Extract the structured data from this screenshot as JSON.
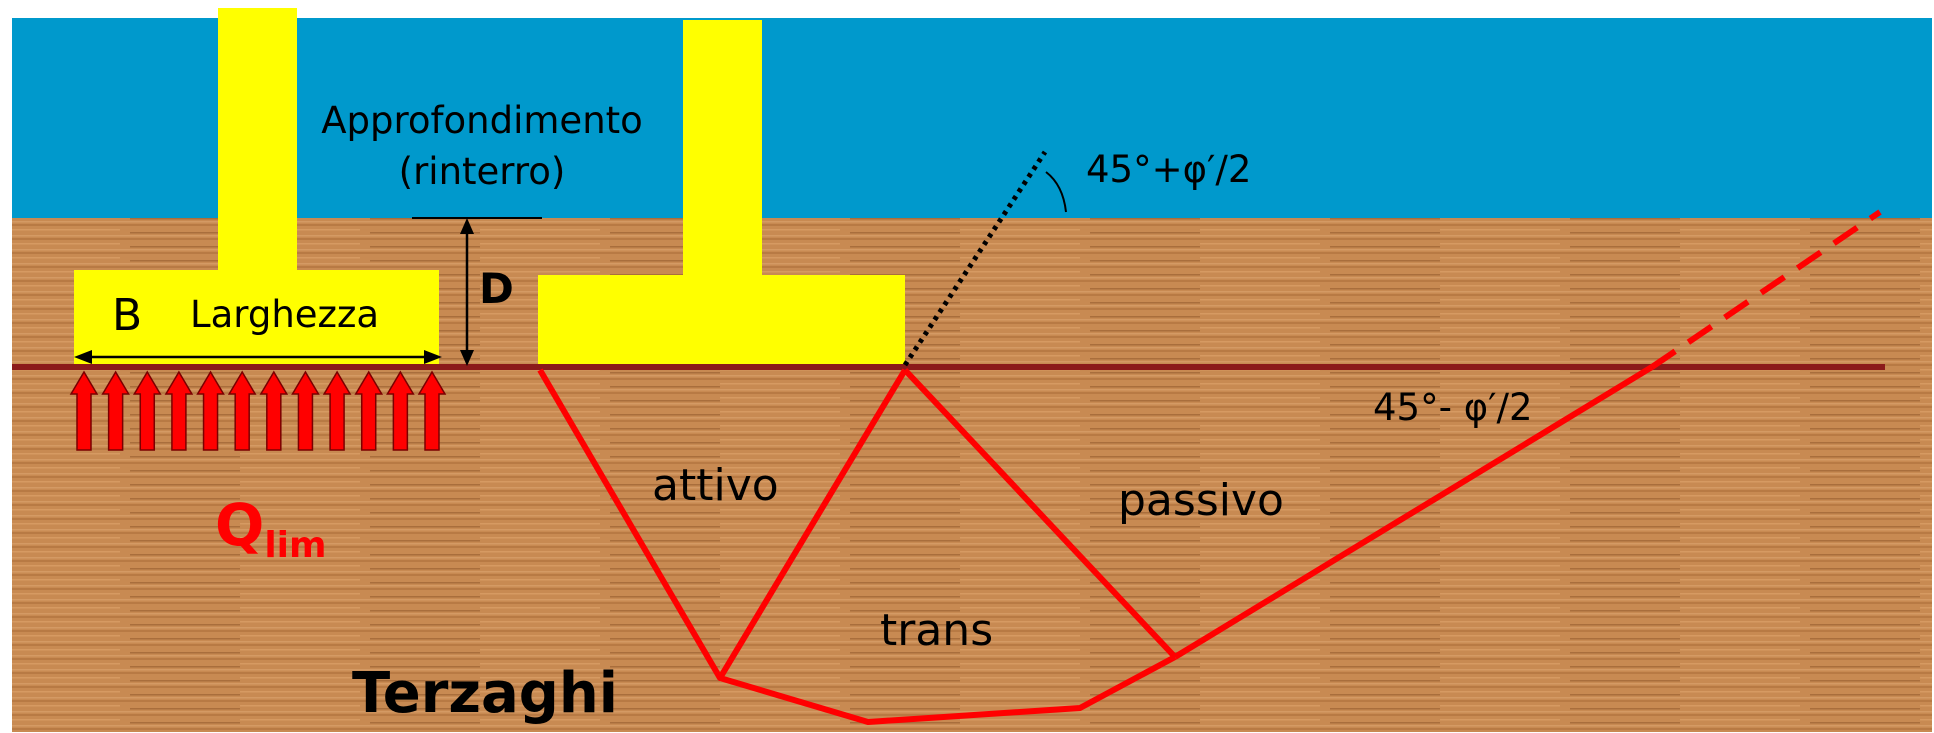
{
  "labels": {
    "depth_caption_line1": "Approfondimento",
    "depth_caption_line2": "(rinterro)",
    "width_symbol": "B",
    "width_text": "Larghezza",
    "depth_symbol": "D",
    "angle_upper": "45°+φ′/2",
    "angle_lower": "45°- φ′/2",
    "zone_active": "attivo",
    "zone_transition": "trans",
    "zone_passive": "passivo",
    "load_symbol": "Q",
    "load_subscript": "lim",
    "author": "Terzaghi"
  },
  "colors": {
    "water": "#0099cc",
    "soil": "#c88a52",
    "footing": "#ffff00",
    "failure_surface": "#ff0000",
    "ground_line": "#8b1a1a",
    "load_arrows": "#ff0000",
    "text": "#000000"
  },
  "load_arrow_count": 12,
  "icons": [
    "up-arrow-icon",
    "double-headed-arrow-icon",
    "angle-arc-icon"
  ]
}
